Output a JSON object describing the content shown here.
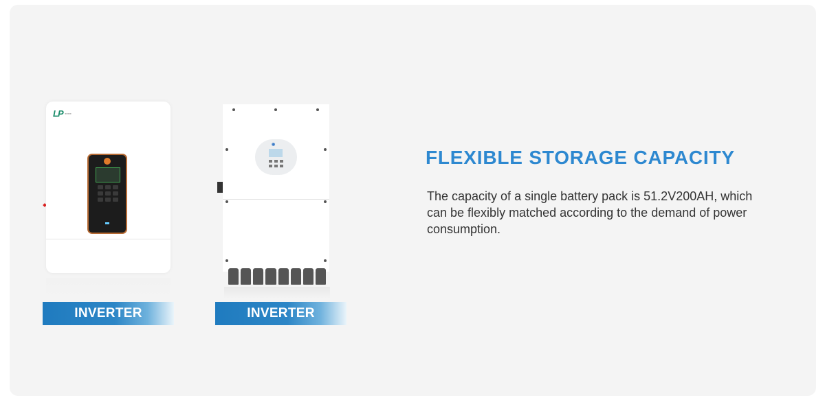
{
  "section": {
    "title": "FLEXIBLE STORAGE CAPACITY",
    "description": "The capacity of a single battery pack is 51.2V200AH, which can be flexibly matched according to the demand of power consumption."
  },
  "products": [
    {
      "label": "INVERTER"
    },
    {
      "label": "INVERTER"
    }
  ],
  "colors": {
    "accent": "#2d88d0",
    "label_gradient_start": "#1f7bbf",
    "panel_background": "#f4f4f4",
    "text": "#333333"
  }
}
